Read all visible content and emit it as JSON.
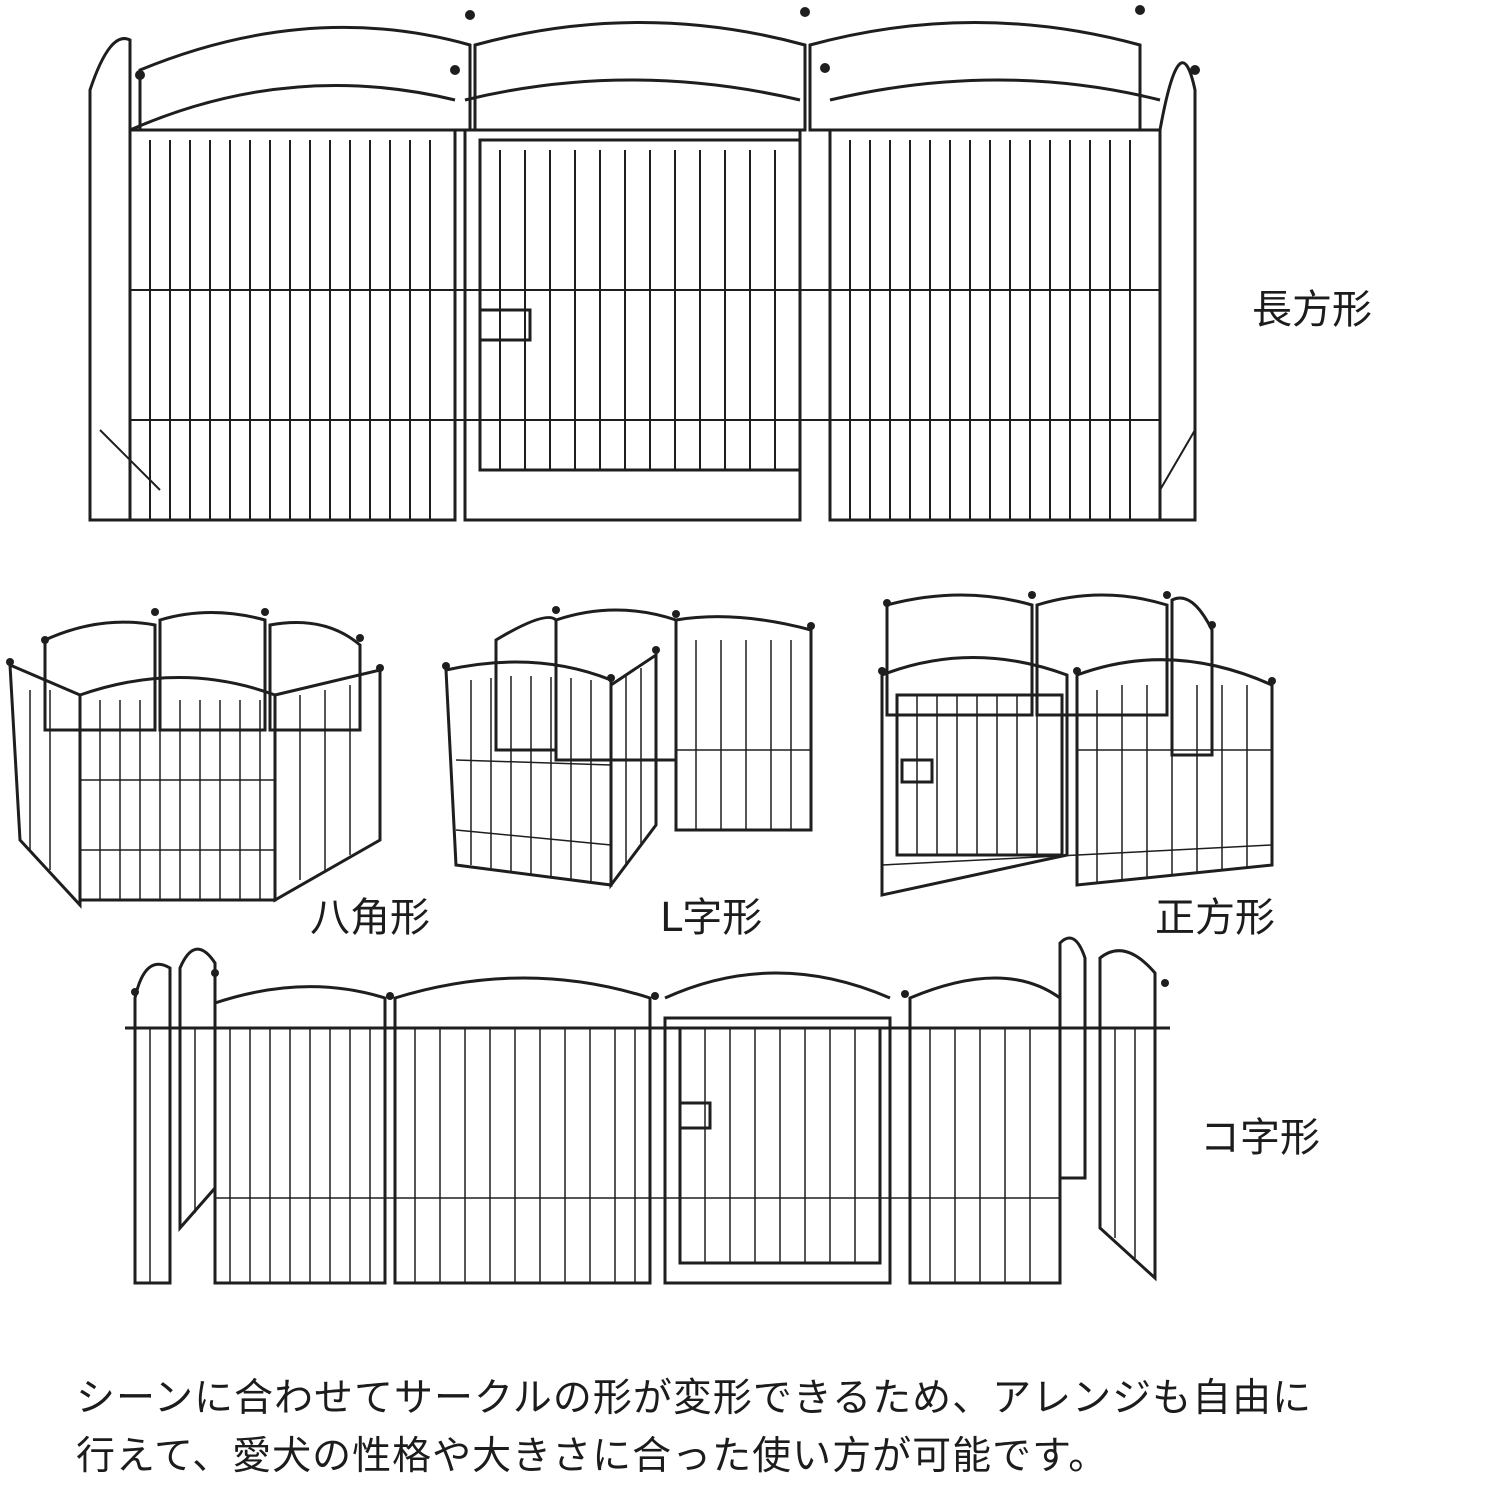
{
  "colors": {
    "frame": "#1e1e1e",
    "background": "#ffffff",
    "text": "#1c1c1c"
  },
  "shapes": [
    {
      "id": "rectangle",
      "label": "長方形"
    },
    {
      "id": "octagon",
      "label": "八角形"
    },
    {
      "id": "l-shape",
      "label": "L字形"
    },
    {
      "id": "square",
      "label": "正方形"
    },
    {
      "id": "u-shape",
      "label": "コ字形"
    }
  ],
  "caption": {
    "line1": "シーンに合わせてサークルの形が変形できるため、アレンジも自由に",
    "line2": "行えて、愛犬の性格や大きさに合った使い方が可能です。"
  }
}
